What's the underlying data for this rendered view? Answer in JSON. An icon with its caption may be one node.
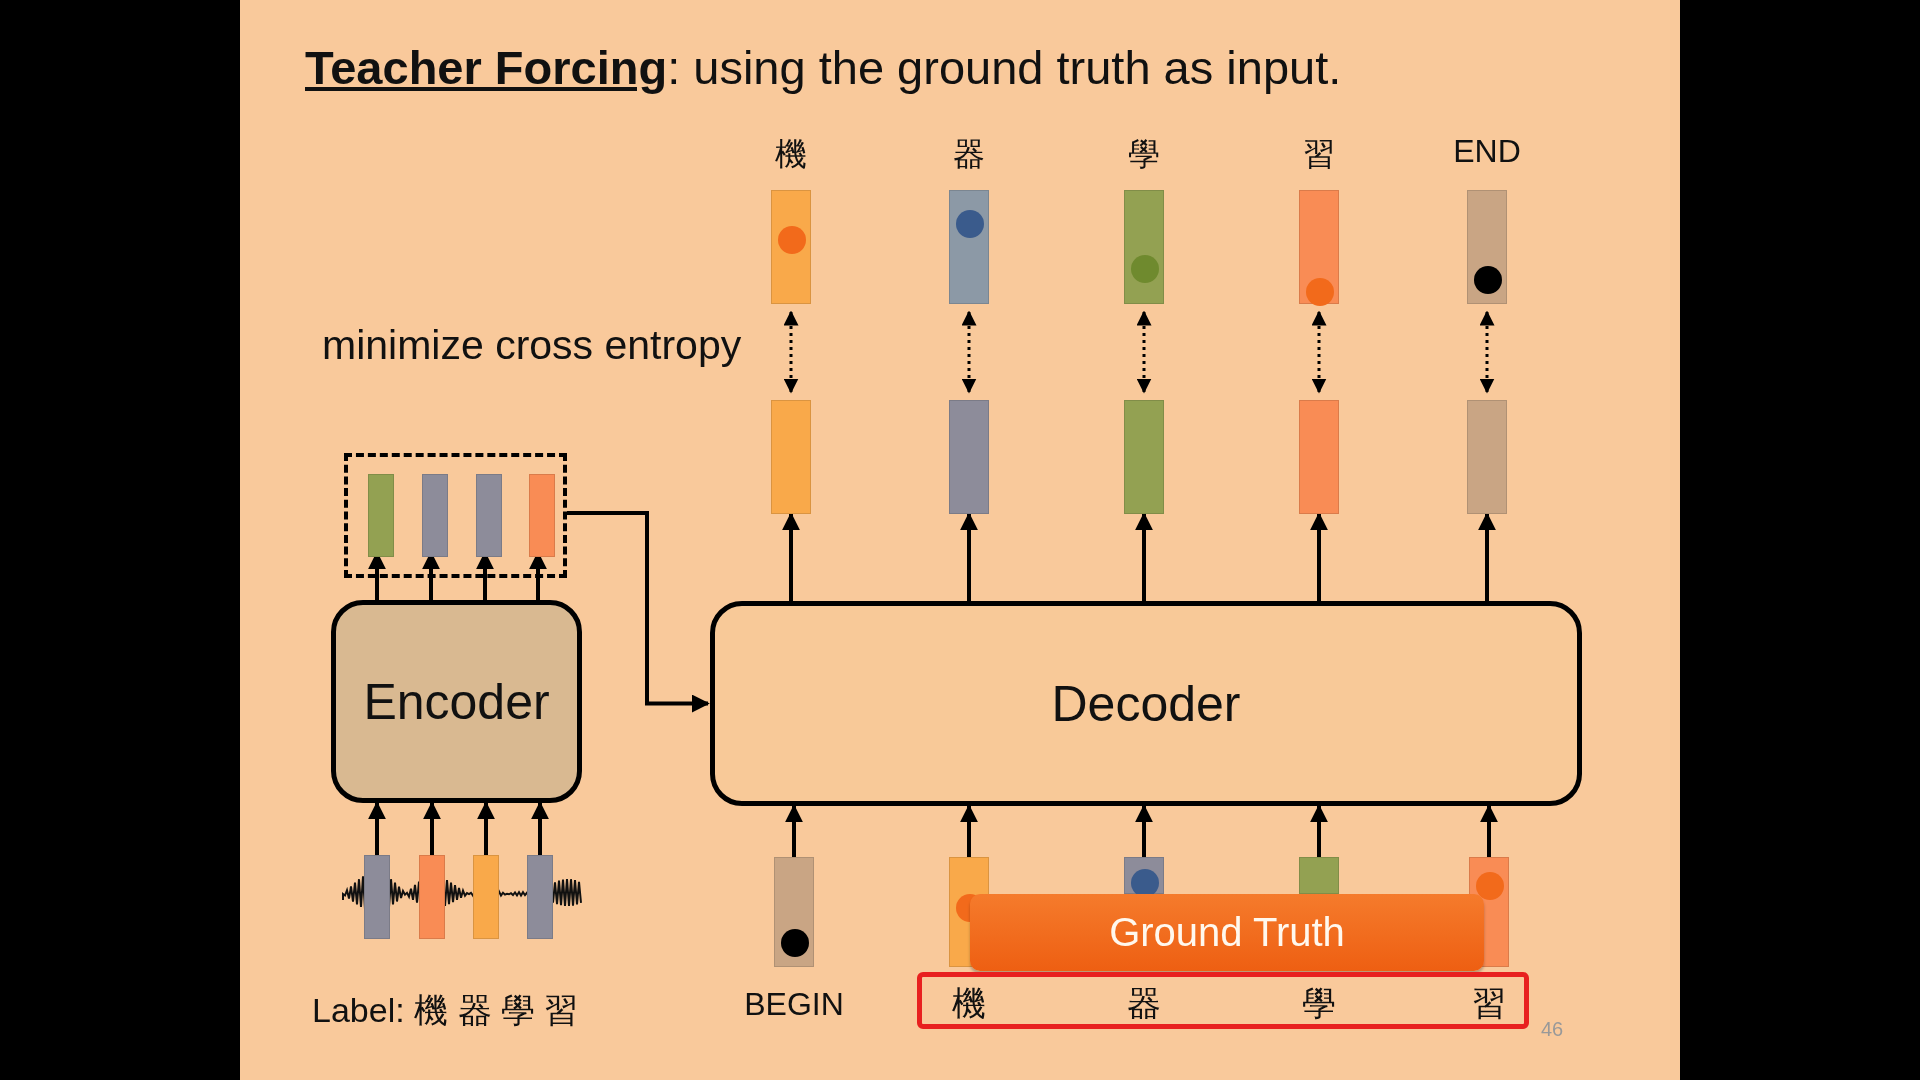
{
  "diagram": {
    "title": "**Teacher Forcing**: using the ground truth as input.",
    "nodes": [
      {
        "text": [],
        "shape": "box"
      },
      {
        "text": [],
        "shape": "bar",
        "in": 0
      },
      {
        "text": [],
        "shape": "bar",
        "in": 0
      },
      {
        "text": [],
        "shape": "bar",
        "in": 0
      },
      {
        "text": [],
        "shape": "bar",
        "in": 0
      },
      {
        "text": [
          "Encoder"
        ]
      },
      {
        "text": [],
        "shape": "bar"
      },
      {
        "text": [],
        "shape": "bar"
      },
      {
        "text": [],
        "shape": "bar"
      },
      {
        "text": [],
        "shape": "bar"
      },
      {
        "text": [],
        "shape": "bar",
        "beside": [
          "機"
        ]
      },
      {
        "text": [],
        "shape": "bar",
        "beside": [
          "器"
        ]
      },
      {
        "text": [],
        "shape": "bar",
        "beside": [
          "學"
        ]
      },
      {
        "text": [],
        "shape": "bar",
        "beside": [
          "習"
        ]
      },
      {
        "text": [],
        "shape": "bar",
        "beside": [
          "END"
        ]
      },
      {
        "text": [],
        "shape": "bar"
      },
      {
        "text": [],
        "shape": "bar"
      },
      {
        "text": [],
        "shape": "bar"
      },
      {
        "text": [],
        "shape": "bar"
      },
      {
        "text": [],
        "shape": "bar"
      },
      {
        "text": [
          "Decoder"
        ]
      },
      {
        "text": [],
        "shape": "bar",
        "beside": [
          "BEGIN"
        ]
      },
      {
        "text": [],
        "shape": "bar"
      },
      {
        "text": [],
        "shape": "bar"
      },
      {
        "text": [],
        "shape": "bar"
      },
      {
        "text": [],
        "shape": "bar"
      },
      {
        "text": [
          "Ground Truth"
        ]
      },
      {
        "text": [
          "機",
          "器",
          "學",
          "習"
        ]
      }
    ],
    "edges": [
      {
        "from": 6,
        "to": 5,
        "arrow": "to"
      },
      {
        "from": 7,
        "to": 5,
        "arrow": "to"
      },
      {
        "from": 8,
        "to": 5,
        "arrow": "to"
      },
      {
        "from": 9,
        "to": 5,
        "arrow": "to"
      },
      {
        "from": 5,
        "to": 1,
        "arrow": "to"
      },
      {
        "from": 5,
        "to": 2,
        "arrow": "to"
      },
      {
        "from": 5,
        "to": 3,
        "arrow": "to"
      },
      {
        "from": 5,
        "to": 4,
        "arrow": "to"
      },
      {
        "from": 0,
        "to": 20,
        "arrow": "to"
      },
      {
        "from": 20,
        "to": 15,
        "arrow": "to"
      },
      {
        "from": 20,
        "to": 16,
        "arrow": "to"
      },
      {
        "from": 20,
        "to": 17,
        "arrow": "to"
      },
      {
        "from": 20,
        "to": 18,
        "arrow": "to"
      },
      {
        "from": 20,
        "to": 19,
        "arrow": "to"
      },
      {
        "from": 15,
        "to": 10,
        "arrow": "both",
        "style": "dashed"
      },
      {
        "from": 16,
        "to": 11,
        "arrow": "both",
        "style": "dashed"
      },
      {
        "from": 17,
        "to": 12,
        "arrow": "both",
        "style": "dashed"
      },
      {
        "from": 18,
        "to": 13,
        "arrow": "both",
        "style": "dashed"
      },
      {
        "from": 19,
        "to": 14,
        "arrow": "both",
        "style": "dashed"
      },
      {
        "from": 21,
        "to": 20,
        "arrow": "to"
      },
      {
        "from": 22,
        "to": 20,
        "arrow": "to"
      },
      {
        "from": 23,
        "to": 20,
        "arrow": "to"
      },
      {
        "from": 24,
        "to": 20,
        "arrow": "to"
      },
      {
        "from": 25,
        "to": 20,
        "arrow": "to"
      }
    ],
    "labels": [
      "minimize cross entropy",
      "Label: 機 器 學 習",
      "46"
    ]
  }
}
